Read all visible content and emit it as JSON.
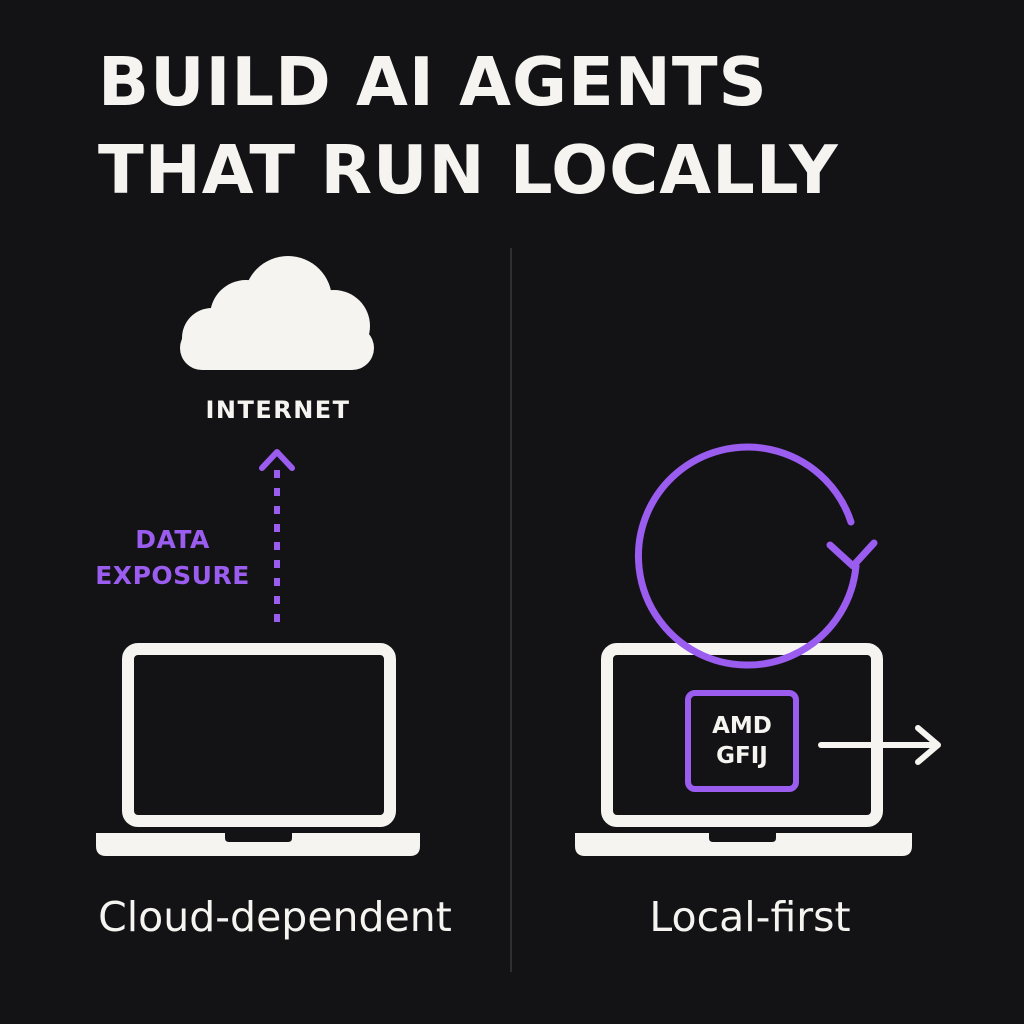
{
  "title": {
    "line1": "BUILD AI AGENTS",
    "line2": "THAT RUN LOCALLY"
  },
  "left_panel": {
    "cloud_icon": "cloud-icon",
    "internet_label": "INTERNET",
    "exposure_label_line1": "DATA",
    "exposure_label_line2": "EXPOSURE",
    "arrow_icon": "dotted-up-arrow-icon",
    "laptop_icon": "laptop-icon",
    "caption": "Cloud-dependent"
  },
  "right_panel": {
    "loop_icon": "circular-arrow-icon",
    "laptop_icon": "laptop-icon",
    "chip_line1": "AMD",
    "chip_line2": "GFIJ",
    "arrow_icon": "right-arrow-icon",
    "caption": "Local-first"
  },
  "colors": {
    "background": "#131316",
    "foreground": "#f6f4f0",
    "accent": "#9b5cf0",
    "divider": "#2e2e33"
  }
}
